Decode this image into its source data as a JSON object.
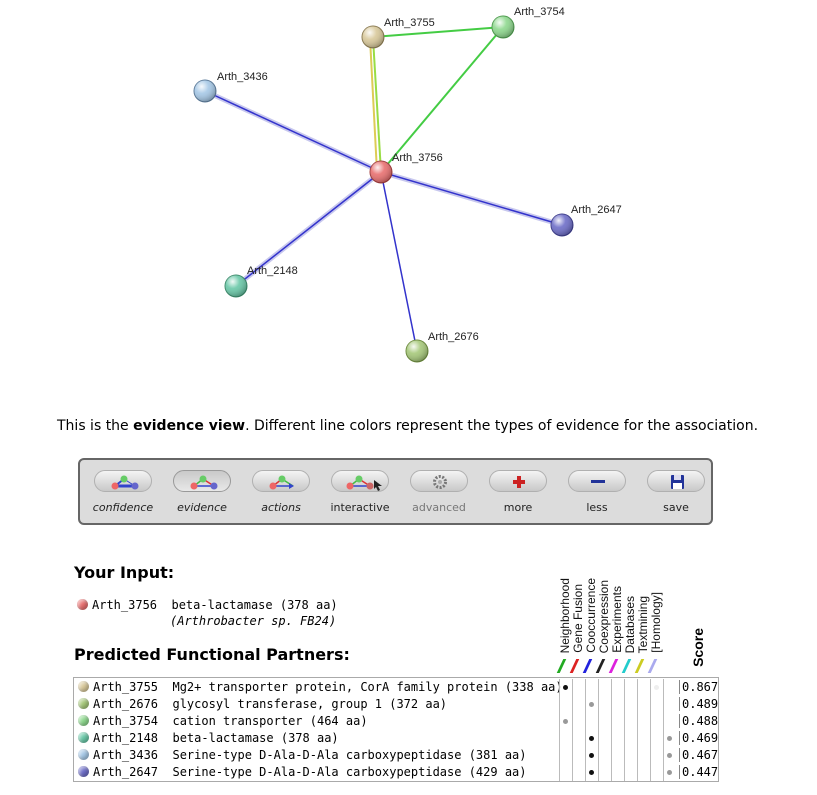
{
  "network": {
    "nodes": [
      {
        "id": "Arth_3755",
        "color": "#d8c89a"
      },
      {
        "id": "Arth_3754",
        "color": "#8ed88e"
      },
      {
        "id": "Arth_3436",
        "color": "#a6c8e6"
      },
      {
        "id": "Arth_3756",
        "color": "#e87070"
      },
      {
        "id": "Arth_2647",
        "color": "#6e6ec8"
      },
      {
        "id": "Arth_2148",
        "color": "#6ac8a8"
      },
      {
        "id": "Arth_2676",
        "color": "#a6c87a"
      }
    ]
  },
  "caption": {
    "before": "This is the ",
    "bold": "evidence view",
    "after": ". Different line colors represent the types of evidence for the association."
  },
  "toolbar": {
    "confidence": "confidence",
    "evidence": "evidence",
    "actions": "actions",
    "interactive": "interactive",
    "advanced": "advanced",
    "more": "more",
    "less": "less",
    "save": "save"
  },
  "input": {
    "title": "Your Input:",
    "name": "Arth_3756",
    "desc": "beta-lactamase (378 aa)",
    "organism": "(Arthrobacter sp. FB24)",
    "color": "#e87070"
  },
  "partners_title": "Predicted Functional Partners:",
  "evidence_types": [
    {
      "label": "Neighborhood",
      "color": "#22aa22"
    },
    {
      "label": "Gene Fusion",
      "color": "#dd2222"
    },
    {
      "label": "Cooccurrence",
      "color": "#2222dd"
    },
    {
      "label": "Coexpression",
      "color": "#222222"
    },
    {
      "label": "Experiments",
      "color": "#dd22dd"
    },
    {
      "label": "Databases",
      "color": "#22cccc"
    },
    {
      "label": "Textmining",
      "color": "#cccc22"
    },
    {
      "label": "[Homology]",
      "color": "#aaaaee"
    }
  ],
  "score_header": "Score",
  "partners": [
    {
      "name": "Arth_3755",
      "desc": "Mg2+ transporter protein, CorA family protein (338 aa)",
      "color": "#d8c89a",
      "score": "0.867"
    },
    {
      "name": "Arth_2676",
      "desc": "glycosyl transferase, group 1 (372 aa)",
      "color": "#a6c87a",
      "score": "0.489"
    },
    {
      "name": "Arth_3754",
      "desc": "cation transporter (464 aa)",
      "color": "#8ed88e",
      "score": "0.488"
    },
    {
      "name": "Arth_2148",
      "desc": "beta-lactamase (378 aa)",
      "color": "#6ac8a8",
      "score": "0.469"
    },
    {
      "name": "Arth_3436",
      "desc": "Serine-type D-Ala-D-Ala carboxypeptidase (381 aa)",
      "color": "#a6c8e6",
      "score": "0.467"
    },
    {
      "name": "Arth_2647",
      "desc": "Serine-type D-Ala-D-Ala carboxypeptidase (429 aa)",
      "color": "#6e6ec8",
      "score": "0.447"
    }
  ]
}
